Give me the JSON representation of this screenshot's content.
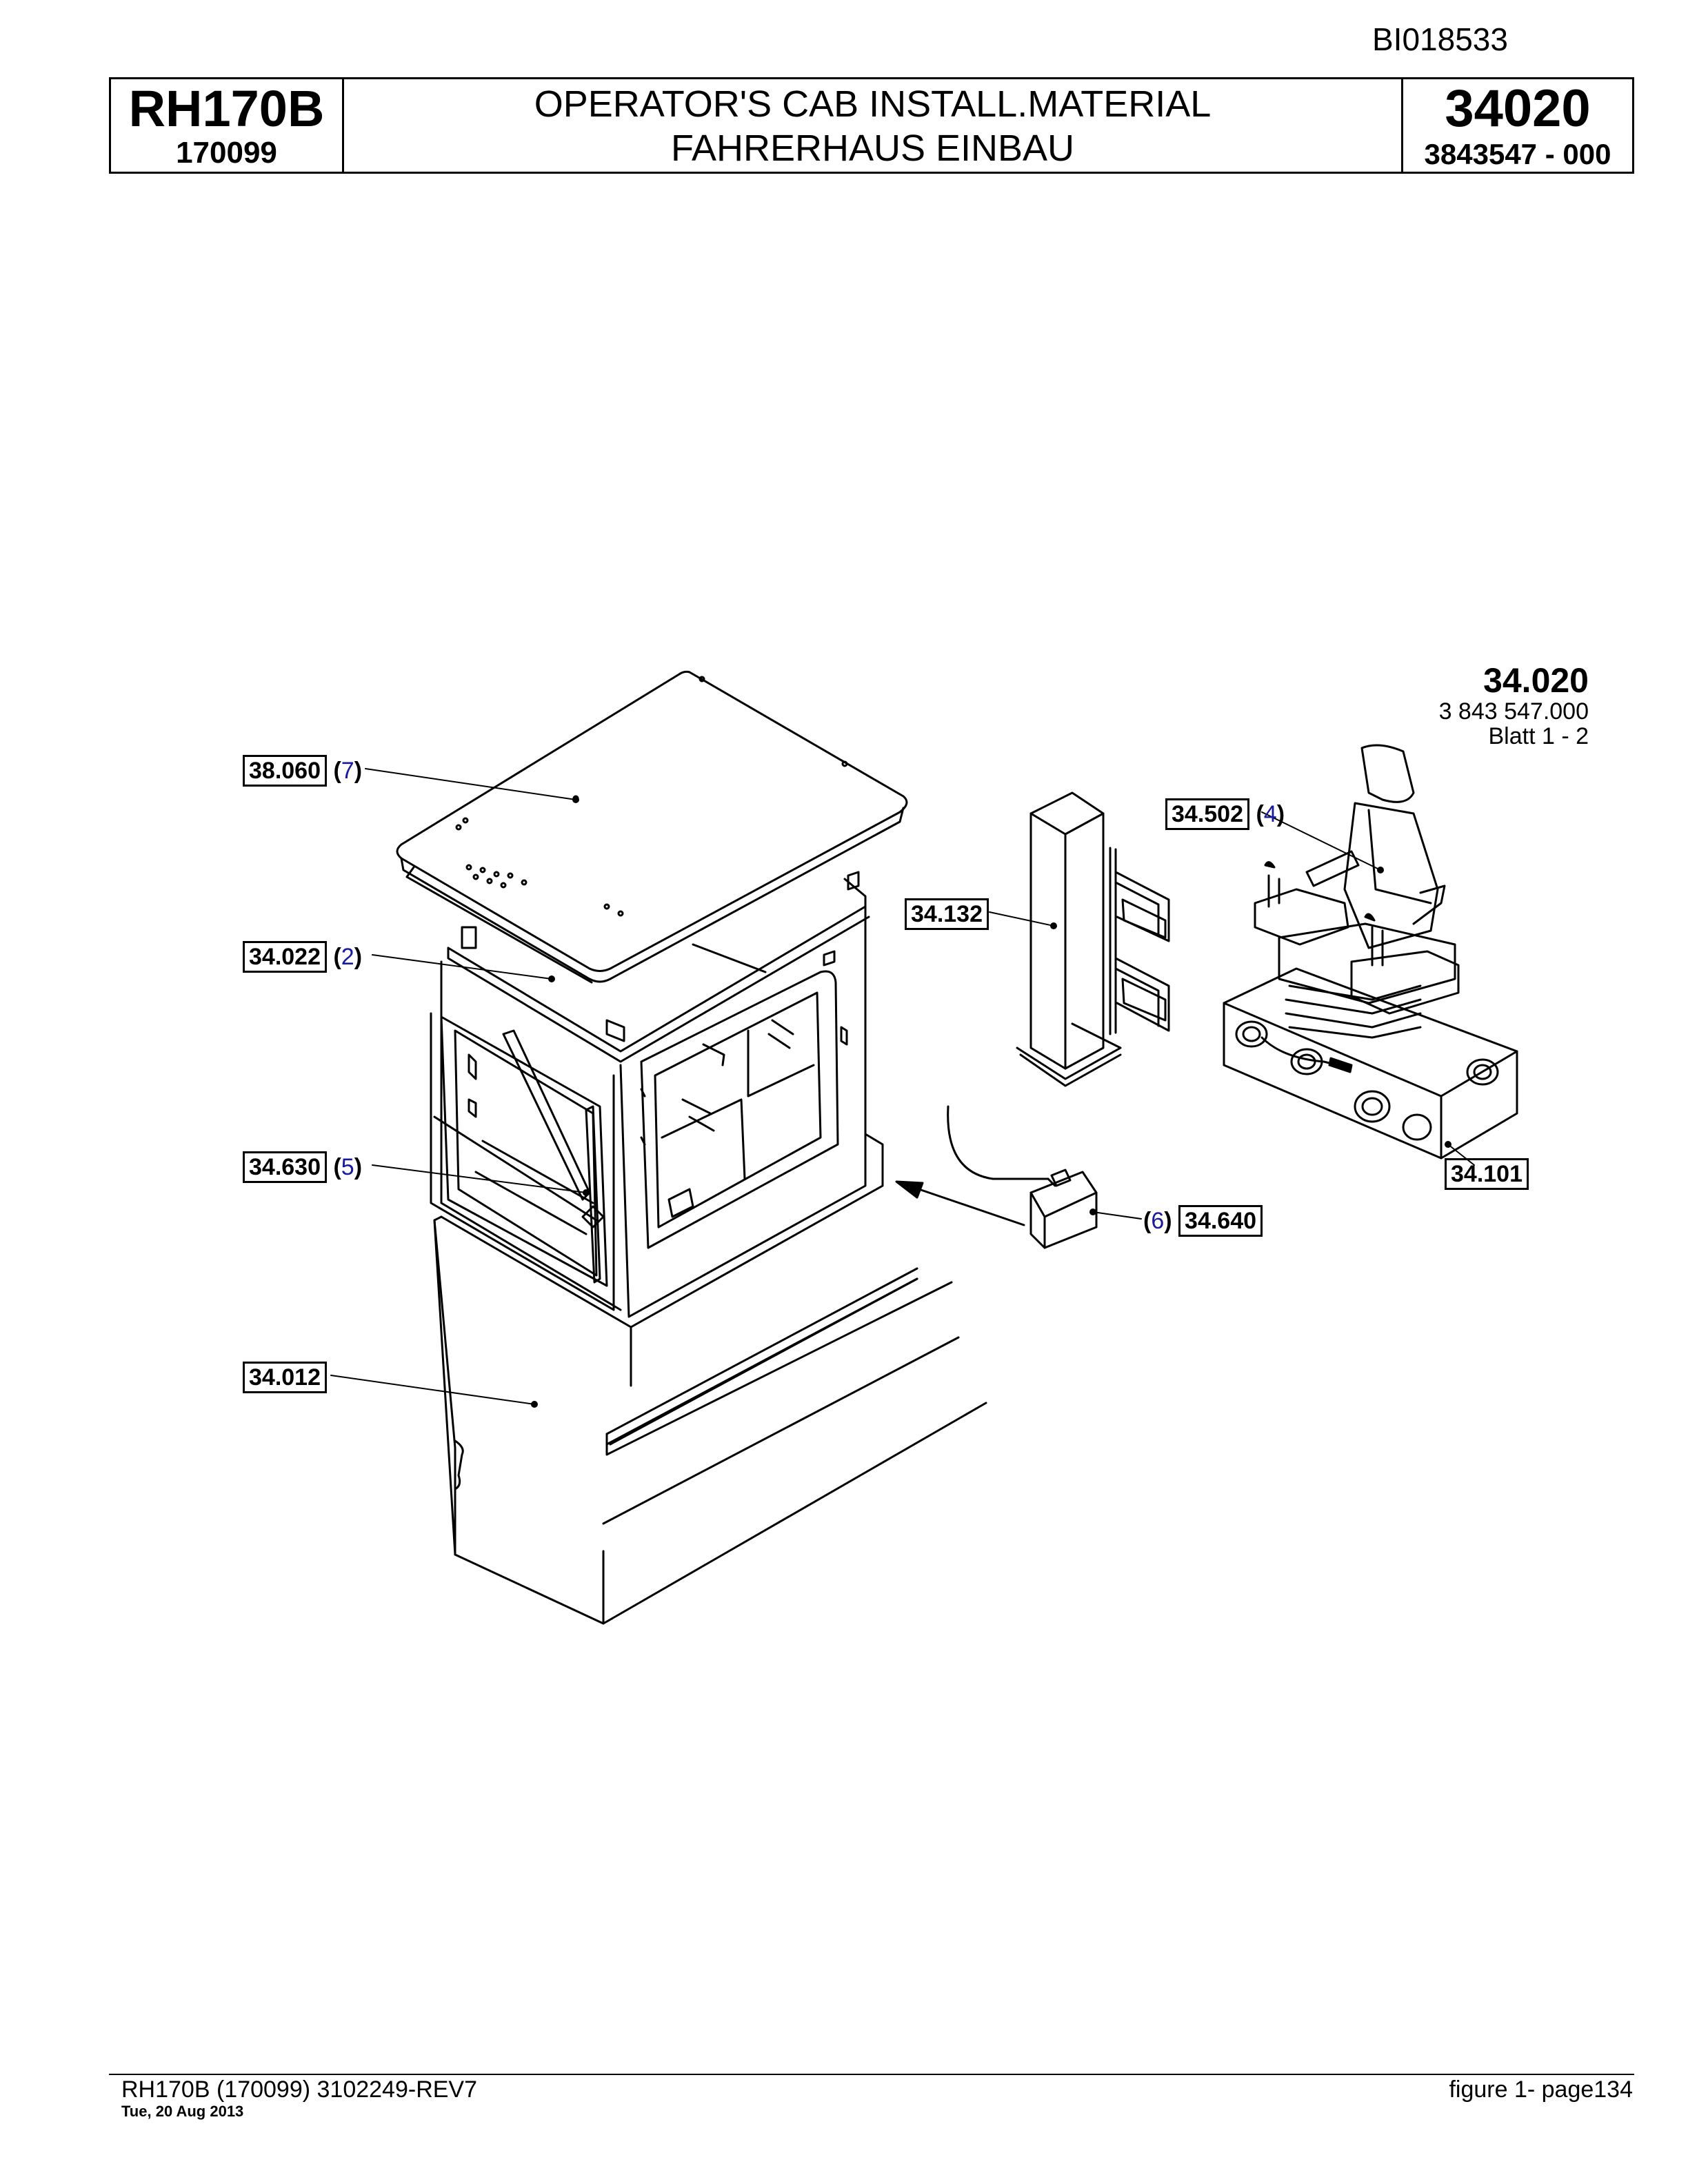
{
  "document_id": "BI018533",
  "header": {
    "model": "RH170B",
    "serial": "170099",
    "title_en": "OPERATOR'S CAB INSTALL.MATERIAL",
    "title_de": "FAHRERHAUS EINBAU",
    "figure_no": "34020",
    "part_rev": "3843547 - 000"
  },
  "reference": {
    "figure": "34.020",
    "part_no": "3 843 547.000",
    "sheet": "Blatt 1 - 2"
  },
  "callouts": [
    {
      "ref": "38.060",
      "qty": "7"
    },
    {
      "ref": "34.022",
      "qty": "2"
    },
    {
      "ref": "34.630",
      "qty": "5"
    },
    {
      "ref": "34.012",
      "qty": ""
    },
    {
      "ref": "34.132",
      "qty": ""
    },
    {
      "ref": "34.502",
      "qty": "4"
    },
    {
      "ref": "34.101",
      "qty": ""
    },
    {
      "ref": "34.640",
      "qty": "6"
    }
  ],
  "footer": {
    "left": "RH170B (170099) 3102249-REV7",
    "date": "Tue, 20 Aug 2013",
    "right": "figure 1- page134"
  }
}
